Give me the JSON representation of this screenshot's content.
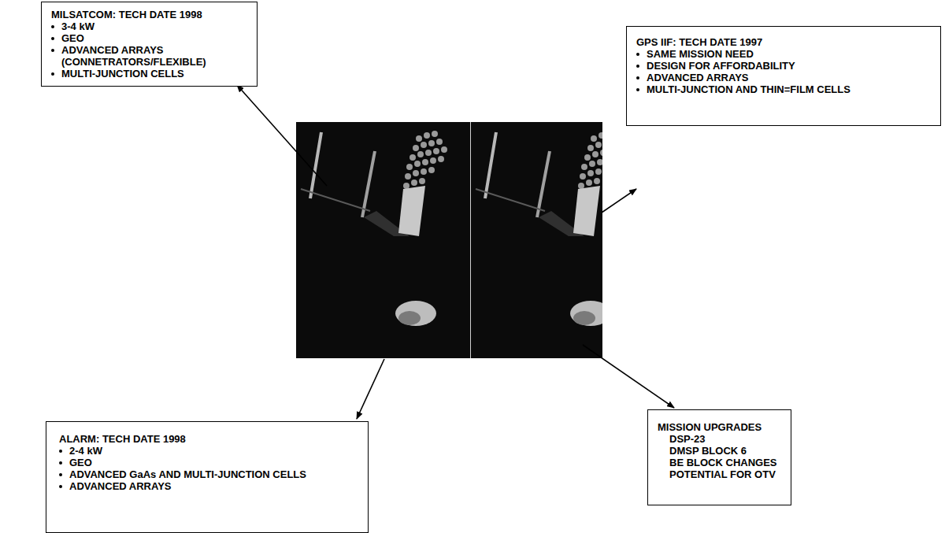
{
  "diagram": {
    "nodes": [
      {
        "text": [
          "MILSATCOM: TECH DATE 1998",
          "3-4 kW",
          "GEO",
          "ADVANCED ARRAYS (CONNETRATORS/FLEXIBLE)",
          "MULTI-JUNCTION CELLS"
        ]
      },
      {
        "text": [
          "GPS IIF: TECH DATE 1997",
          "SAME MISSION NEED",
          "DESIGN FOR AFFORDABILITY",
          "ADVANCED ARRAYS",
          "MULTI-JUNCTION AND THIN=FILM CELLS"
        ]
      },
      {
        "text": [
          "ALARM: TECH DATE 1998",
          "2-4 kW",
          "GEO",
          "ADVANCED GaAs AND MULTI-JUNCTION CELLS",
          "ADVANCED ARRAYS"
        ]
      },
      {
        "text": [
          "MISSION UPGRADES",
          "DSP-23",
          "DMSP BLOCK 6",
          "BE BLOCK CHANGES",
          "POTENTIAL FOR OTV"
        ]
      }
    ]
  }
}
